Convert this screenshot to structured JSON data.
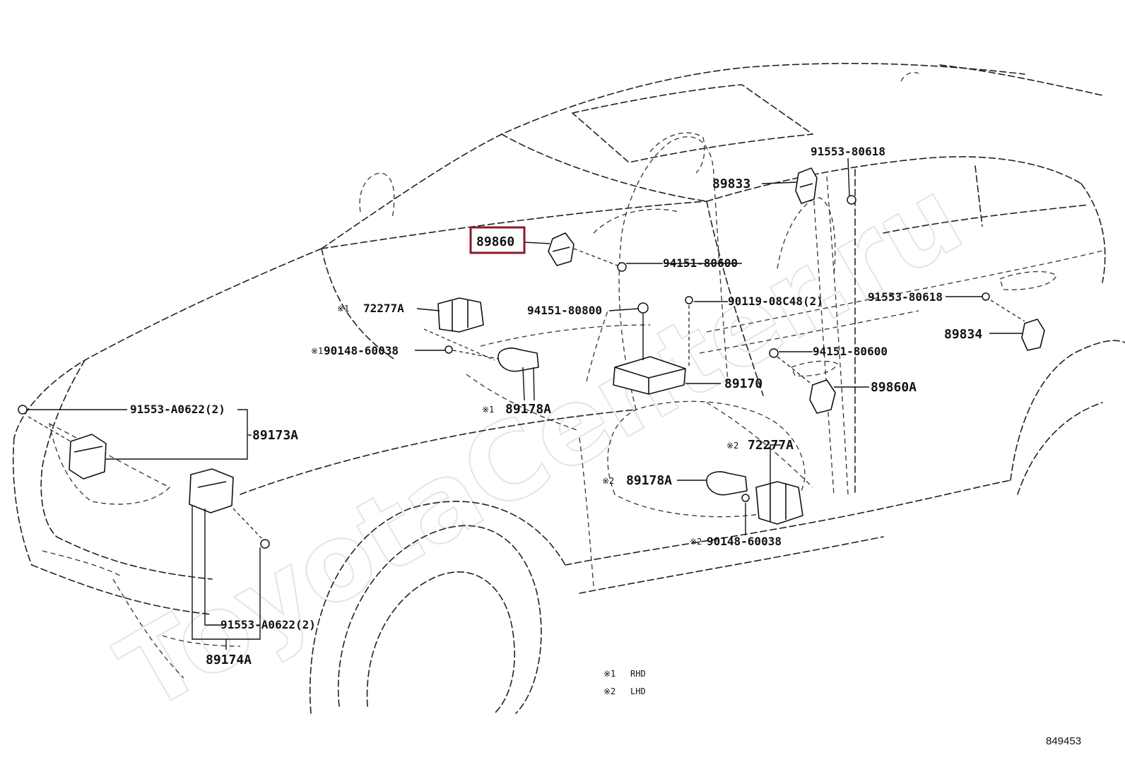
{
  "diagram": {
    "watermark": "ToyotaCenter.ru",
    "figure_number": "849453",
    "highlighted_part": "89860",
    "labels": [
      {
        "id": "p89833",
        "text": "89833"
      },
      {
        "id": "p91553_80618_top",
        "text": "91553-80618"
      },
      {
        "id": "p89860",
        "text": "89860"
      },
      {
        "id": "p94151_80600_a",
        "text": "94151-80600"
      },
      {
        "id": "p72277A_1",
        "text": "72277A",
        "mark": "※1"
      },
      {
        "id": "p94151_80800",
        "text": "94151-80800"
      },
      {
        "id": "p90119",
        "text": "90119-08C48(2)"
      },
      {
        "id": "p91553_80618_right",
        "text": "91553-80618"
      },
      {
        "id": "p89834",
        "text": "89834"
      },
      {
        "id": "p90148_1",
        "text": "90148-60038",
        "mark": "※1"
      },
      {
        "id": "p94151_80600_b",
        "text": "94151-80600"
      },
      {
        "id": "p89170",
        "text": "89170"
      },
      {
        "id": "p89860A",
        "text": "89860A"
      },
      {
        "id": "p89178A_1",
        "text": "89178A",
        "mark": "※1"
      },
      {
        "id": "p91553_A0622_top",
        "text": "91553-A0622(2)"
      },
      {
        "id": "p89173A",
        "text": "89173A"
      },
      {
        "id": "p72277A_2",
        "text": "72277A",
        "mark": "※2"
      },
      {
        "id": "p89178A_2",
        "text": "89178A",
        "mark": "※2"
      },
      {
        "id": "p90148_2",
        "text": "90148-60038",
        "mark": "※2"
      },
      {
        "id": "p91553_A0622_bottom",
        "text": "91553-A0622(2)"
      },
      {
        "id": "p89174A",
        "text": "89174A"
      }
    ],
    "legend": [
      {
        "mark": "※1",
        "text": "RHD"
      },
      {
        "mark": "※2",
        "text": "LHD"
      }
    ],
    "colors": {
      "highlight": "#8b1a2e",
      "line": "#111111",
      "watermark": "#e4e4e4"
    }
  }
}
